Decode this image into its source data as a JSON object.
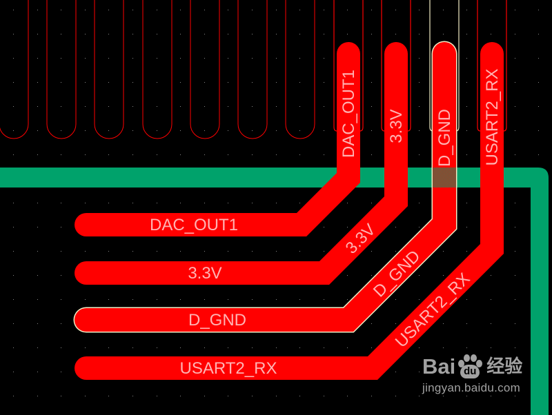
{
  "app": "PCB layout editor",
  "colors": {
    "background": "#000000",
    "grid_dot": "#8a8a8a",
    "copper_top": "#ff0000",
    "pad_outline": "#ff0000",
    "selection_outline": "#f3ecc4",
    "board_outline": "#00a26b",
    "net_label": "#ffb3b3",
    "watermark": "#a2a2a2"
  },
  "unrouted_pads": [
    "pad",
    "pad",
    "pad",
    "pad",
    "pad",
    "pad",
    "pad"
  ],
  "nets": [
    {
      "name": "DAC_OUT1",
      "selected": false,
      "labels": {
        "pad": "DAC_OUT1",
        "diagonal": "",
        "horizontal": "DAC_OUT1"
      }
    },
    {
      "name": "3.3V",
      "selected": false,
      "labels": {
        "pad": "3.3V",
        "diagonal": "3.3V",
        "horizontal": "3.3V"
      }
    },
    {
      "name": "D_GND",
      "selected": true,
      "labels": {
        "pad": "D_GND",
        "diagonal": "D_GND",
        "horizontal": "D_GND"
      }
    },
    {
      "name": "USART2_RX",
      "selected": false,
      "labels": {
        "pad": "USART2_RX",
        "diagonal": "USART2_RX",
        "horizontal": "USART2_RX"
      }
    }
  ],
  "watermark": {
    "brand_left": "Bai",
    "brand_logo_text": "du",
    "brand_cn": "经验",
    "url": "jingyan.baidu.com"
  }
}
